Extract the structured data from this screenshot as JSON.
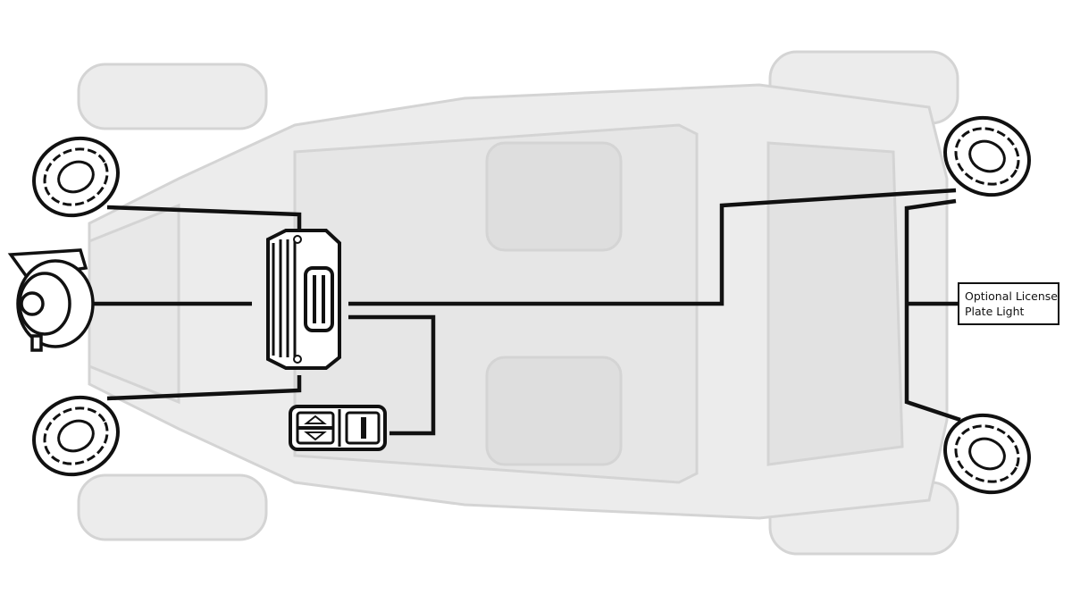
{
  "diagram": {
    "title": "UTV light and horn wiring layout",
    "label": {
      "line1": "Optional License",
      "line2": "Plate Light"
    },
    "components": [
      "front-left-light",
      "front-right-light",
      "horn",
      "controller",
      "control-switch",
      "rear-left-light",
      "rear-right-light"
    ],
    "colors": {
      "wire": "#111111",
      "vehicle": "#e2e2e2",
      "vehicle_outline": "#cfcfcf"
    }
  }
}
